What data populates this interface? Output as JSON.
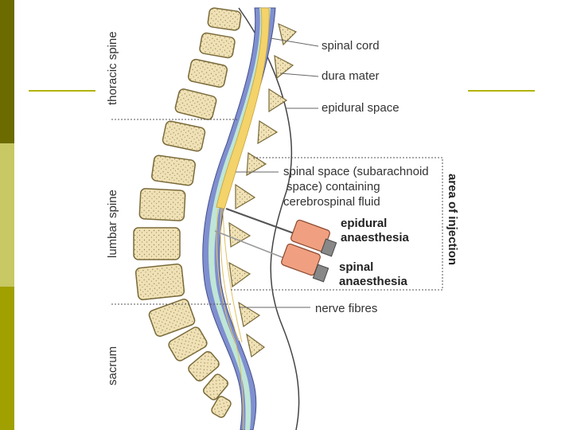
{
  "slide": {
    "sidebar_colors": [
      "#6b6b00",
      "#c8c864",
      "#a0a000"
    ],
    "rule_color": "#b3b300"
  },
  "labels": {
    "spinal_cord": "spinal cord",
    "dura_mater": "dura mater",
    "epidural_space": "epidural space",
    "spinal_space_line1": "spinal space (subarachnoid",
    "spinal_space_line2": "space) containing",
    "spinal_space_line3": "cerebrospinal fluid",
    "epidural_line1": "epidural",
    "epidural_line2": "anaesthesia",
    "spinal_line1": "spinal",
    "spinal_line2": "anaesthesia",
    "nerve_fibres": "nerve fibres",
    "area_of_injection": "area of injection",
    "thoracic_spine": "thoracic spine",
    "lumbar_spine": "lumbar spine",
    "sacrum": "sacrum"
  },
  "colors": {
    "bone": "#f0e2b6",
    "bone_stroke": "#7a6a3a",
    "disc": "#d6ecf5",
    "dura": "#7f8fd0",
    "csf": "#bfe6d6",
    "cord": "#f3d36a",
    "syringe": "#f0a080",
    "text": "#333333"
  }
}
